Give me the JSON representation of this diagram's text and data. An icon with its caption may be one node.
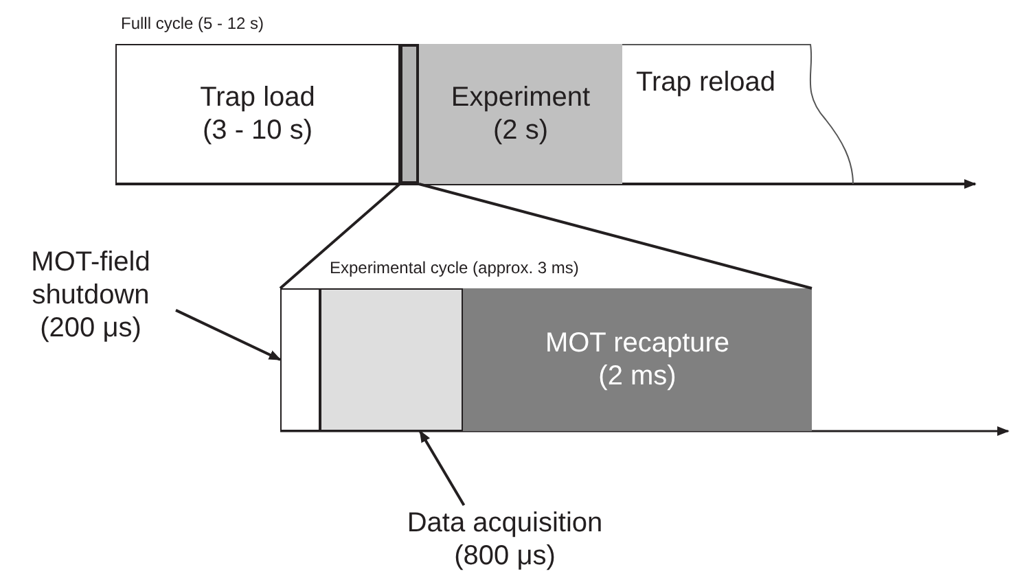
{
  "diagram": {
    "nodes": [
      {
        "text": [
          "Trap load (3 - 10 s)"
        ]
      },
      {
        "text": [],
        "shape": "bar"
      },
      {
        "text": [
          "Experiment (2 s)"
        ]
      },
      {
        "text": [
          "Trap reload"
        ]
      },
      {
        "text": [],
        "shape": "box"
      },
      {
        "text": [],
        "shape": "box"
      },
      {
        "text": [
          "MOT recapture (2 ms)"
        ]
      },
      {
        "text": [
          "MOT-field shutdown (200 μs)"
        ]
      },
      {
        "text": [
          "Data acquisition (800 μs)"
        ]
      }
    ],
    "edges": [
      {
        "from": 7,
        "to": 4,
        "arrow": "to"
      },
      {
        "from": 8,
        "to": 5,
        "arrow": "to"
      },
      {
        "from": 1,
        "to": 4,
        "arrow": "none"
      },
      {
        "from": 1,
        "to": 6,
        "arrow": "none"
      }
    ],
    "labels": [
      "Fulll cycle (5 - 12 s)",
      "Experimental cycle (approx. 3 ms)"
    ]
  }
}
